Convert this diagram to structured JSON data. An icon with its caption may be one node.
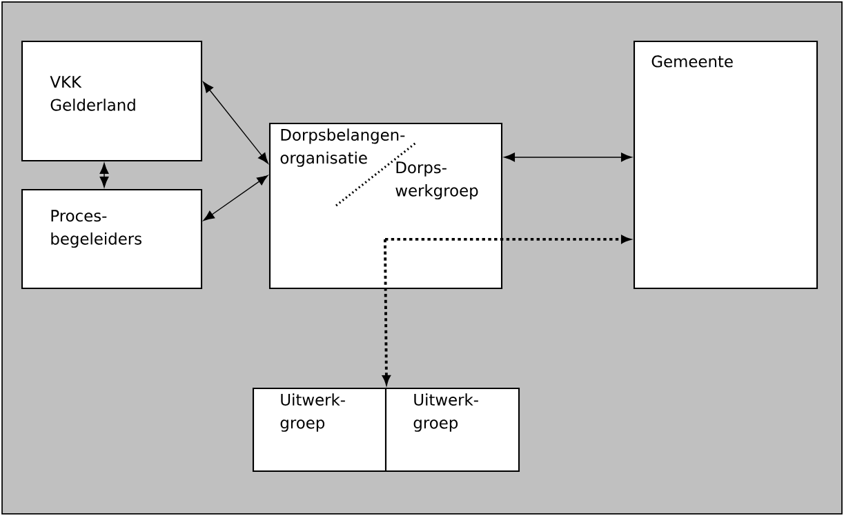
{
  "diagram": {
    "nodes": [
      {
        "text": [
          "VKK Gelderland"
        ]
      },
      {
        "text": [
          "Proces- begeleiders"
        ]
      },
      {
        "text": [
          "Dorpsbelangen- organisatie",
          "Dorps- werkgroep"
        ]
      },
      {
        "text": [
          "Gemeente"
        ]
      },
      {
        "text": [
          "Uitwerk- groep"
        ]
      },
      {
        "text": [
          "Uitwerk- groep"
        ]
      }
    ],
    "edges": [
      {
        "from": 0,
        "to": 1,
        "arrow": "both"
      },
      {
        "from": 0,
        "to": 2,
        "arrow": "both"
      },
      {
        "from": 1,
        "to": 2,
        "arrow": "both"
      },
      {
        "from": 2,
        "to": 3,
        "arrow": "both"
      },
      {
        "from": 2,
        "to": 3,
        "arrow": "to",
        "style": "dashed"
      },
      {
        "from": 2,
        "to": 4,
        "arrow": "to",
        "style": "dashed"
      }
    ]
  }
}
